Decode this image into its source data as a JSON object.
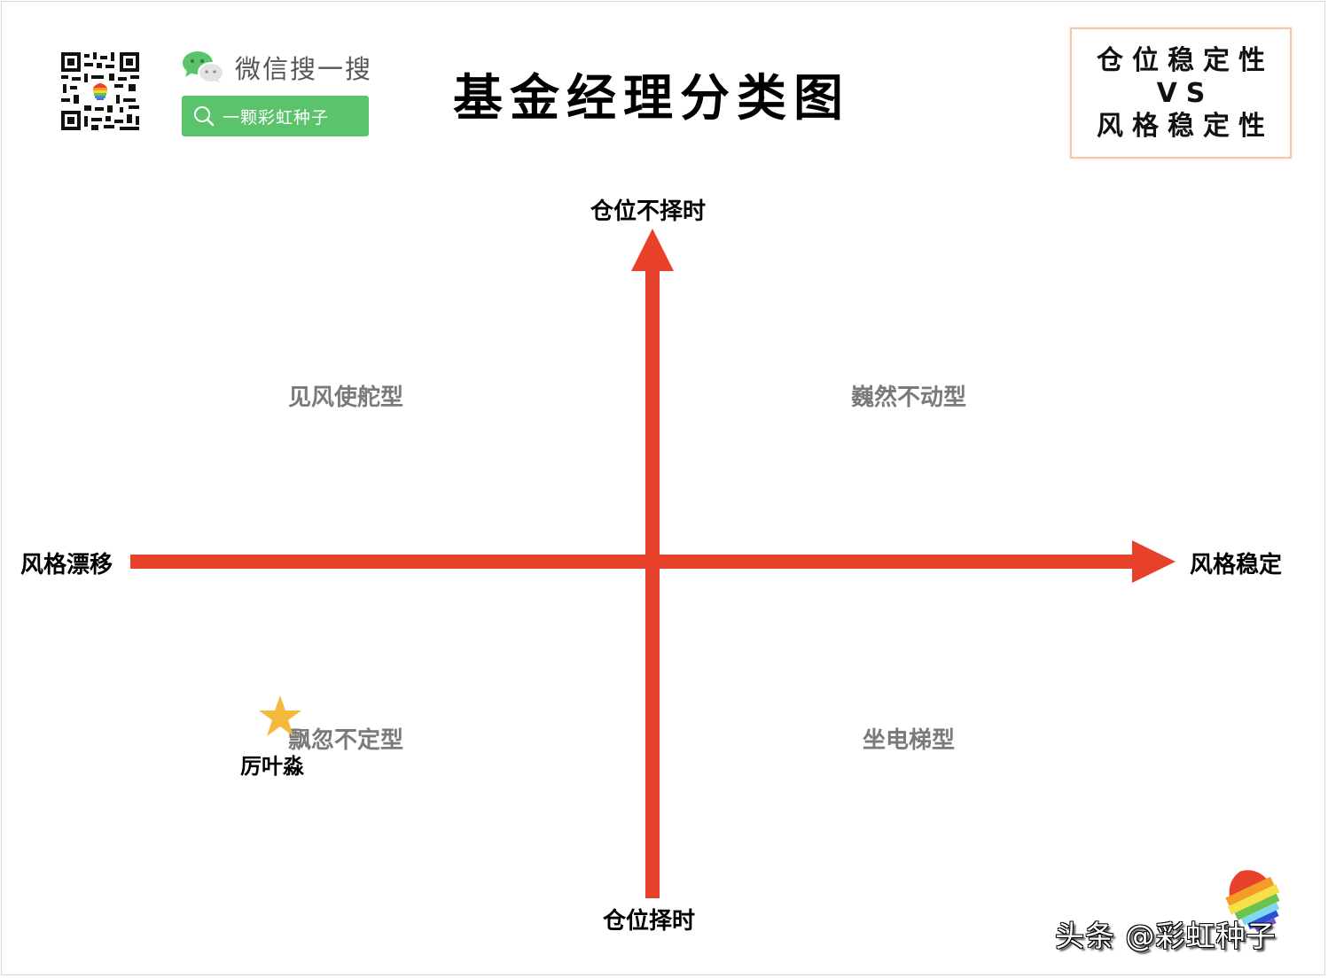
{
  "header": {
    "title": "基金经理分类图",
    "wechat": {
      "title": "微信搜一搜",
      "search_text": "一颗彩虹种子",
      "accent_color": "#5ac36c"
    },
    "legend": {
      "line1": "仓位稳定性",
      "line2": "VS",
      "line3": "风格稳定性"
    }
  },
  "axes": {
    "color": "#e8412a",
    "y_top": "仓位不择时",
    "y_bottom": "仓位择时",
    "x_left": "风格漂移",
    "x_right": "风格稳定"
  },
  "quadrants": {
    "top_left": "见风使舵型",
    "top_right": "巍然不动型",
    "bottom_left": "飘忽不定型",
    "bottom_right": "坐电梯型",
    "color": "#7a7a7a"
  },
  "points": [
    {
      "name": "厉叶淼",
      "marker": "star-icon",
      "color": "#f5b93e",
      "quadrant": "bottom_left"
    }
  ],
  "footer": {
    "watermark": "头条 @彩虹种子"
  }
}
